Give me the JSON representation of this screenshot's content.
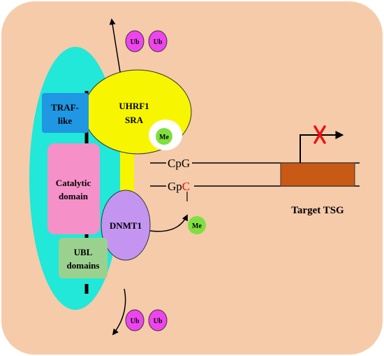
{
  "domains": {
    "traf": "TRAF-like",
    "catalytic": "Catalytic domain",
    "ubl": "UBL domains"
  },
  "uhrf1": {
    "name": "UHRF1",
    "domain": "SRA"
  },
  "dnmt1": {
    "name": "DNMT1"
  },
  "methyl_label": "Me",
  "ubiquitin_label": "Ub",
  "dna": {
    "top_strand": {
      "prefix": "CpG"
    },
    "bottom_strand": {
      "prefix": "Gp",
      "methylated_base": "C"
    }
  },
  "gene_label": "Target TSG",
  "colors": {
    "background": "#f5cbaa",
    "scaffold": "#21e8d8",
    "uhrf1": "#f7f500",
    "traf": "#1f97e3",
    "catalytic": "#f590c8",
    "ubl": "#9bd18f",
    "dnmt1": "#c495f0",
    "methyl": "#7fe040",
    "ubiquitin": "#ee44ee",
    "gene": "#c95a16",
    "blocked": "#ee1111",
    "methylated_base": "#dd1111"
  }
}
